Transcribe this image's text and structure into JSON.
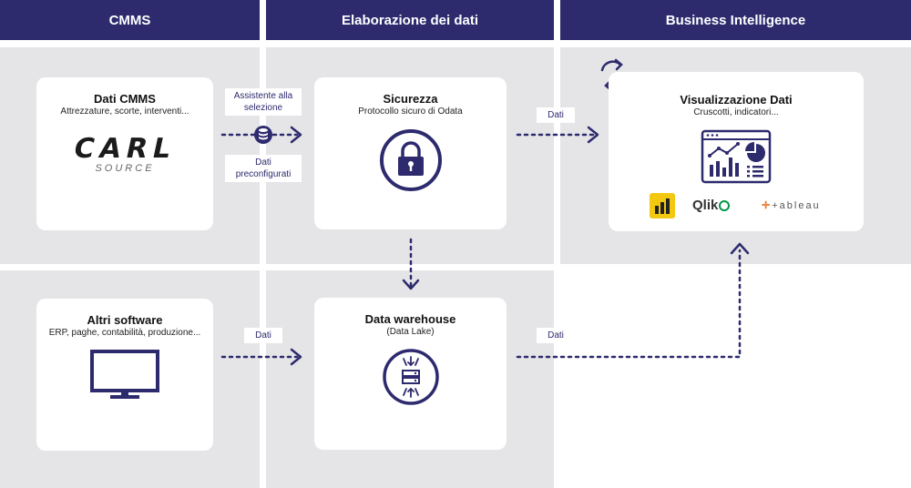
{
  "headers": {
    "cmms": "CMMS",
    "processing": "Elaborazione dei dati",
    "bi": "Business Intelligence"
  },
  "cards": {
    "cmms": {
      "title": "Dati CMMS",
      "subtitle": "Attrezzature, scorte, interventi...",
      "logo_main": "CARL",
      "logo_sub": "SOURCE"
    },
    "security": {
      "title": "Sicurezza",
      "subtitle": "Protocollo sicuro di Odata"
    },
    "viz": {
      "title": "Visualizzazione Dati",
      "subtitle": "Cruscotti, indicatori..."
    },
    "other": {
      "title": "Altri software",
      "subtitle": "ERP, paghe, contabilità, produzione..."
    },
    "warehouse": {
      "title": "Data warehouse",
      "subtitle": "(Data Lake)"
    }
  },
  "labels": {
    "assistant": "Assistente alla selezione",
    "preconfigured": "Dati preconfigurati",
    "dati_security_bi": "Dati",
    "dati_other_wh": "Dati",
    "dati_wh_bi": "Dati"
  },
  "bi_logos": {
    "qlik": "Qlik",
    "tableau": "+ableau"
  },
  "colors": {
    "navy": "#2d2a6e",
    "zone": "#e5e5e7",
    "powerbi_yellow": "#f2c811",
    "qlik_green": "#009845"
  }
}
